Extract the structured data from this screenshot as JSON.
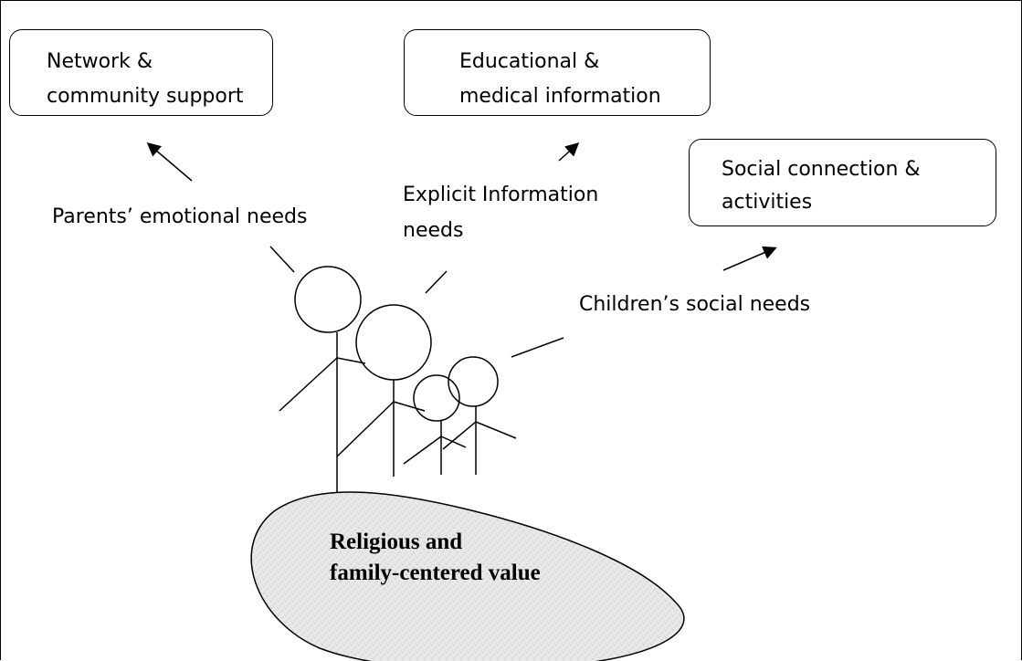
{
  "boxes": {
    "network": {
      "line1": "Network &",
      "line2": "community support"
    },
    "educational": {
      "line1": "Educational &",
      "line2": "medical information"
    },
    "social": {
      "line1": "Social connection &",
      "line2": "activities"
    }
  },
  "labels": {
    "parents_emotional": "Parents’ emotional needs",
    "explicit_info_line1": "Explicit Information",
    "explicit_info_line2": "needs",
    "children_social": "Children’s social needs"
  },
  "base": {
    "line1": "Religious and",
    "line2": "family-centered value"
  }
}
